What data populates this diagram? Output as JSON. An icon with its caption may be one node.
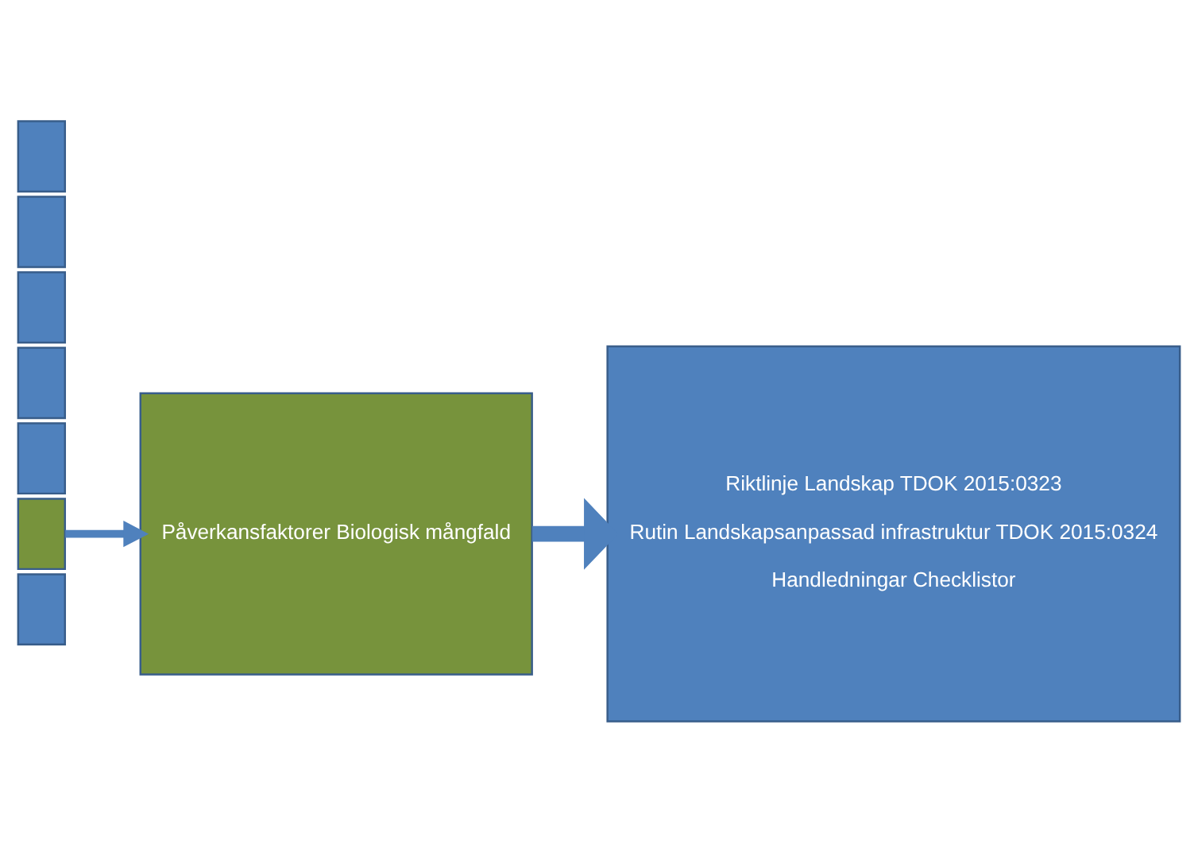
{
  "diagram": {
    "nodes": [
      {
        "text": [],
        "shape": "box"
      },
      {
        "text": [],
        "shape": "box"
      },
      {
        "text": [],
        "shape": "box"
      },
      {
        "text": [],
        "shape": "box"
      },
      {
        "text": [],
        "shape": "box"
      },
      {
        "text": [],
        "shape": "box"
      },
      {
        "text": [],
        "shape": "box"
      },
      {
        "text": [
          "Påverkansfaktorer Biologisk mångfald"
        ]
      },
      {
        "text": [
          "Riktlinje Landskap TDOK 2015:0323",
          "Rutin Landskapsanpassad infrastruktur TDOK 2015:0324",
          "Handledningar Checklistor"
        ]
      }
    ],
    "edges": [
      {
        "from": 1,
        "to": 7,
        "arrow": "to"
      },
      {
        "from": 7,
        "to": 8,
        "arrow": "to",
        "style": "thick"
      }
    ]
  }
}
